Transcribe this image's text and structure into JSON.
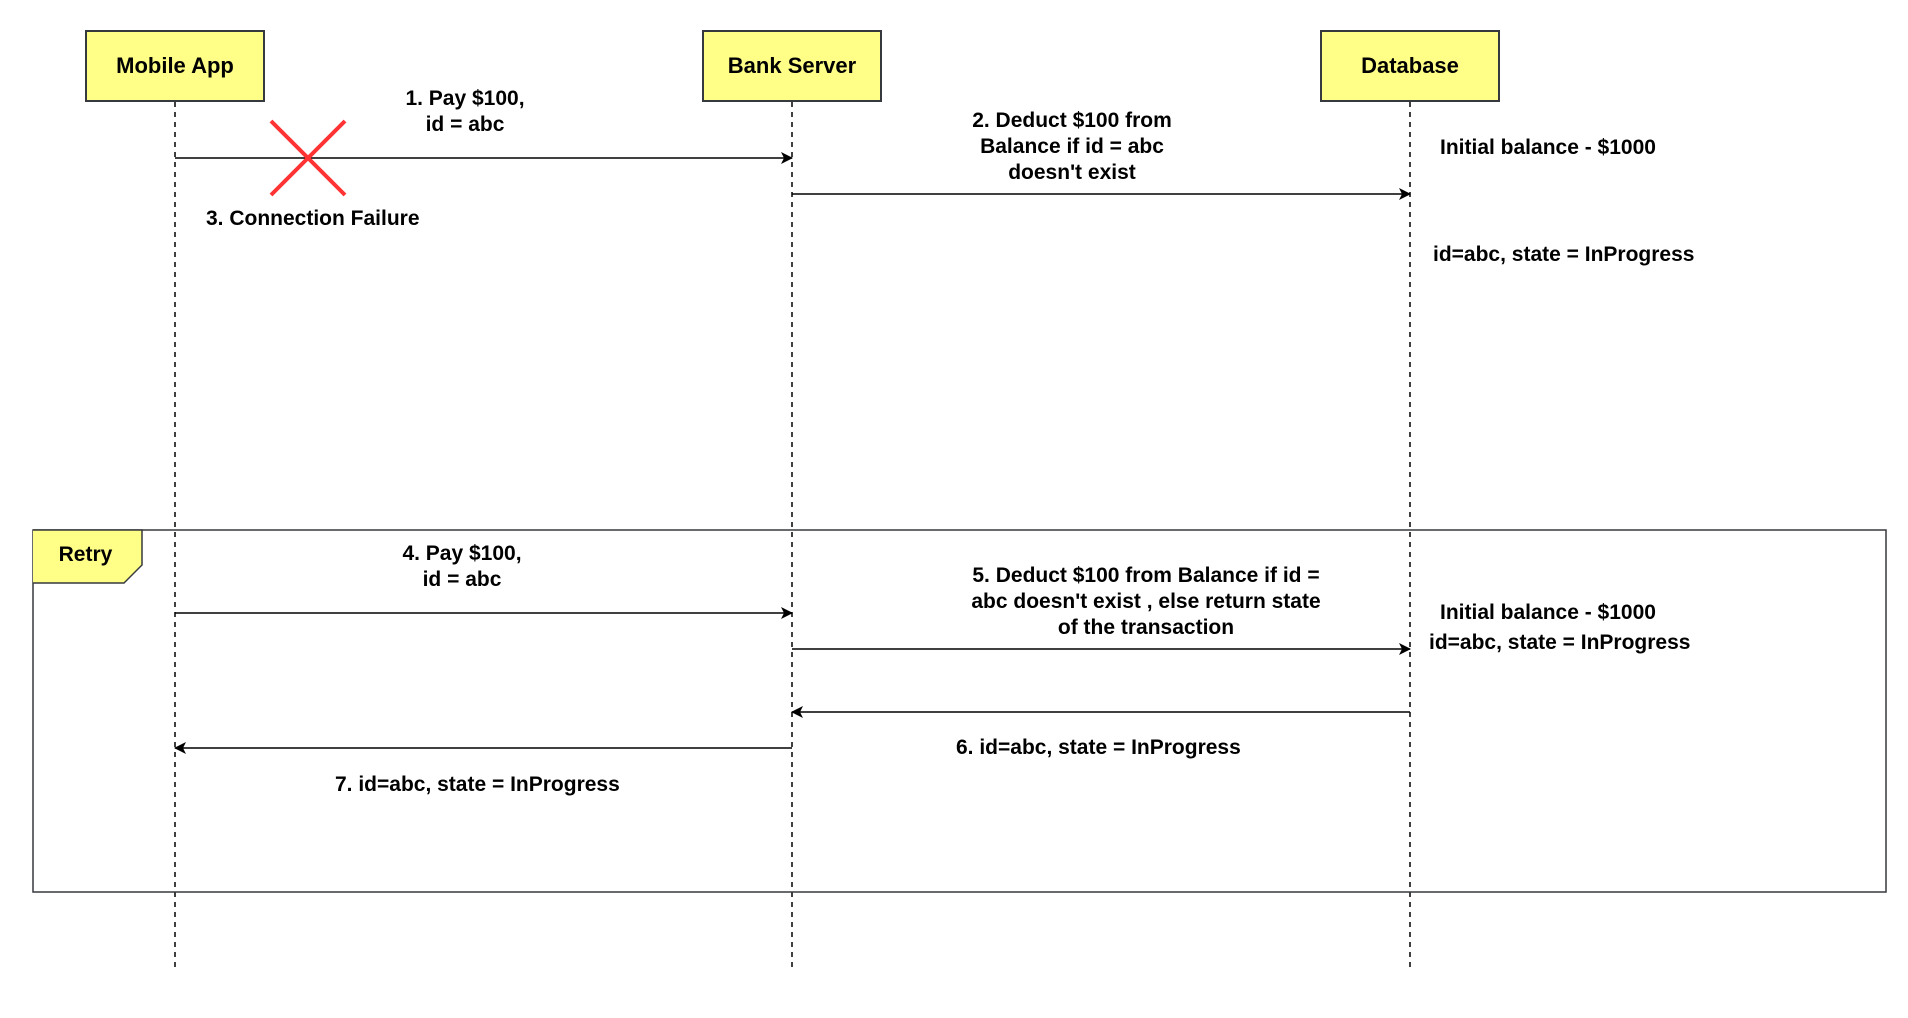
{
  "actors": [
    {
      "label": "Mobile App"
    },
    {
      "label": "Bank Server"
    },
    {
      "label": "Database"
    }
  ],
  "frame": {
    "label": "Retry"
  },
  "messages": {
    "m1": [
      "1. Pay $100,",
      "id = abc"
    ],
    "m2": [
      "2. Deduct $100 from",
      "Balance if id = abc",
      "doesn't exist"
    ],
    "m3": "3. Connection Failure",
    "m4": [
      "4. Pay $100,",
      "id = abc"
    ],
    "m5": [
      "5. Deduct $100 from Balance if id =",
      "abc doesn't exist , else return state",
      "of the transaction"
    ],
    "m6": "6. id=abc, state = InProgress",
    "m7": "7. id=abc, state = InProgress"
  },
  "notes": {
    "n1": "Initial balance - $1000",
    "n2": "id=abc, state = InProgress",
    "n3": "Initial balance - $1000",
    "n4": "id=abc, state = InProgress"
  },
  "colors": {
    "actor_fill": "#ffff88",
    "failure_mark": "#ff3333",
    "line": "#000000"
  }
}
